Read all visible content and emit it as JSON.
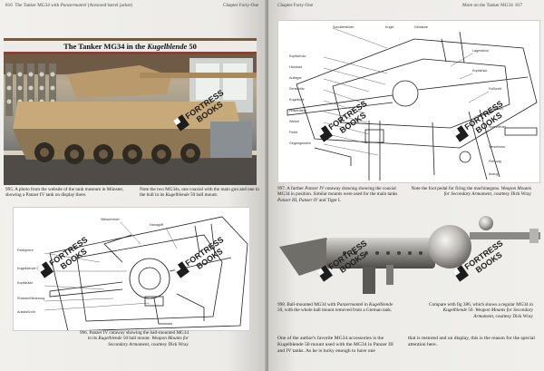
{
  "left_page": {
    "running_head": {
      "page_no": "816",
      "text_plain": "The Tanker MG34 with",
      "text_italic": "Panzermantel",
      "text_tail": "(Armored barrel jacket)",
      "right_fragment": "Chapter Forty-One"
    },
    "photo_title": {
      "plain": "The Tanker MG34 in the",
      "italic": "Kugelblende",
      "tail": "50"
    },
    "caption_995": "995. A photo from the website of the tank museum in Münster, showing a Panzer IV tank on display there.",
    "caption_side": {
      "a": "Note the two MG34s, one coaxial with the main gun and one in the bull in its",
      "italic": "Kugelblende",
      "b": "50 ball mount."
    },
    "figure_996_labels": [
      "Weiserhebel",
      "Kugelblende 50",
      "Feldsperre",
      "Kopfstütze",
      "Rückstoßfederung",
      "Ausstoßrohr",
      "Handgriff"
    ],
    "caption_996": {
      "a": "996. Panzer IV cutaway showing the ball-mounted MG34 in its",
      "italic": "Kugelblende",
      "b": "50 ball mount.",
      "source_italic": "Weapon Mounts for Secondary Armament,",
      "credit": "courtesy Dick Wray"
    }
  },
  "right_page": {
    "running_head": {
      "left": "Chapter Forty-One",
      "center": "More on the Tanker MG34",
      "page_no": "817"
    },
    "figure_997_labels": [
      "Schulterstütze",
      "Kugel",
      "Kopfschutz",
      "Handrad",
      "Auflager",
      "Sehschlitz",
      "Kugelkopf",
      "Hülsenfang",
      "Winkel",
      "Feder",
      "Gegengewicht",
      "Lagerstück",
      "Kopfstück",
      "Fußbrett",
      "Ausgleich",
      "Spannfeder",
      "Gehäuse",
      "Verschluss",
      "Führung",
      "Abzug"
    ],
    "caption_997": {
      "a": "997. A further",
      "italic_a": "Panzer IV",
      "b": "cutaway drawing showing the coaxial MG34 in position. Similar mounts were used for the main tanks",
      "italic_b": "Panzer III, Panzer IV",
      "c": "and Tiger I."
    },
    "caption_foot": {
      "a": "Note the foot pedal for firing the machineguns.",
      "source_italic": "Weapon Mounts for Secondary Armament,",
      "credit": "courtesy Dick Wray"
    },
    "caption_998": {
      "a": "998. Ball-mounted MG34 with",
      "italic_a": "Panzermantel",
      "b": "in",
      "italic_b": "Kugelblende",
      "c": "50, with the whole ball mount removed from a German tank."
    },
    "caption_999": {
      "a": "Compare with fig 386, which shows a regular MG34 in",
      "italic": "Kugelblende",
      "b": "50.",
      "source_italic": "Weapon Mounts for Secondary Armament,",
      "credit": "courtesy Dick Wray"
    },
    "body_left": "One of the author's favorite MG34 accessories is the Kugelblende 50 mount used with the MG34 in Panzer III and IV tanks. As he is lucky enough to have one",
    "body_right": "that is restored and on display, this is the reason for the special attention here."
  },
  "watermark": {
    "line1": "FORTRESS",
    "line2": "BOOKS"
  }
}
